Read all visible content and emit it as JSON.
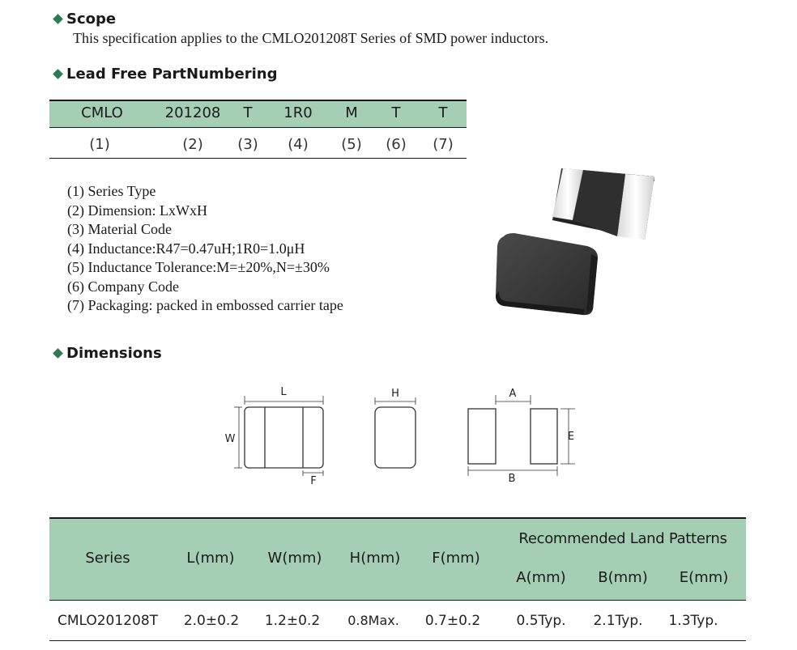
{
  "scope": {
    "heading": "Scope",
    "text": "This specification applies to the CMLO201208T Series of SMD power inductors."
  },
  "part_numbering": {
    "heading": "Lead Free PartNumbering",
    "codes": [
      "CMLO",
      "201208",
      "T",
      "1R0",
      "M",
      "T",
      "T"
    ],
    "indices": [
      "(1)",
      "(2)",
      "(3)",
      "(4)",
      "(5)",
      "(6)",
      "(7)"
    ]
  },
  "legend": [
    "(1) Series Type",
    "(2) Dimension: LxWxH",
    "(3) Material Code",
    "(4) Inductance:R47=0.47uH;1R0=1.0μH",
    "(5) Inductance Tolerance:M=±20%,N=±30%",
    "(6) Company Code",
    "(7) Packaging: packed in embossed carrier tape"
  ],
  "dimensions": {
    "heading": "Dimensions",
    "labels": {
      "L": "L",
      "W": "W",
      "F": "F",
      "H": "H",
      "A": "A",
      "B": "B",
      "E": "E"
    }
  },
  "dimension_table": {
    "headers": {
      "series": "Series",
      "l": "L(mm)",
      "w": "W(mm)",
      "h": "H(mm)",
      "f": "F(mm)",
      "land": "Recommended Land Patterns",
      "a": "A(mm)",
      "b": "B(mm)",
      "e": "E(mm)"
    },
    "row": {
      "series": "CMLO201208T",
      "l": "2.0±0.2",
      "w": "1.2±0.2",
      "h": "0.8Max.",
      "f": "0.7±0.2",
      "a": "0.5Typ.",
      "b": "2.1Typ.",
      "e": "1.3Typ."
    }
  },
  "colors": {
    "table_header": "#a5cfb4",
    "bullet": "#2f7a55",
    "component_body": "#2e2e2e"
  }
}
